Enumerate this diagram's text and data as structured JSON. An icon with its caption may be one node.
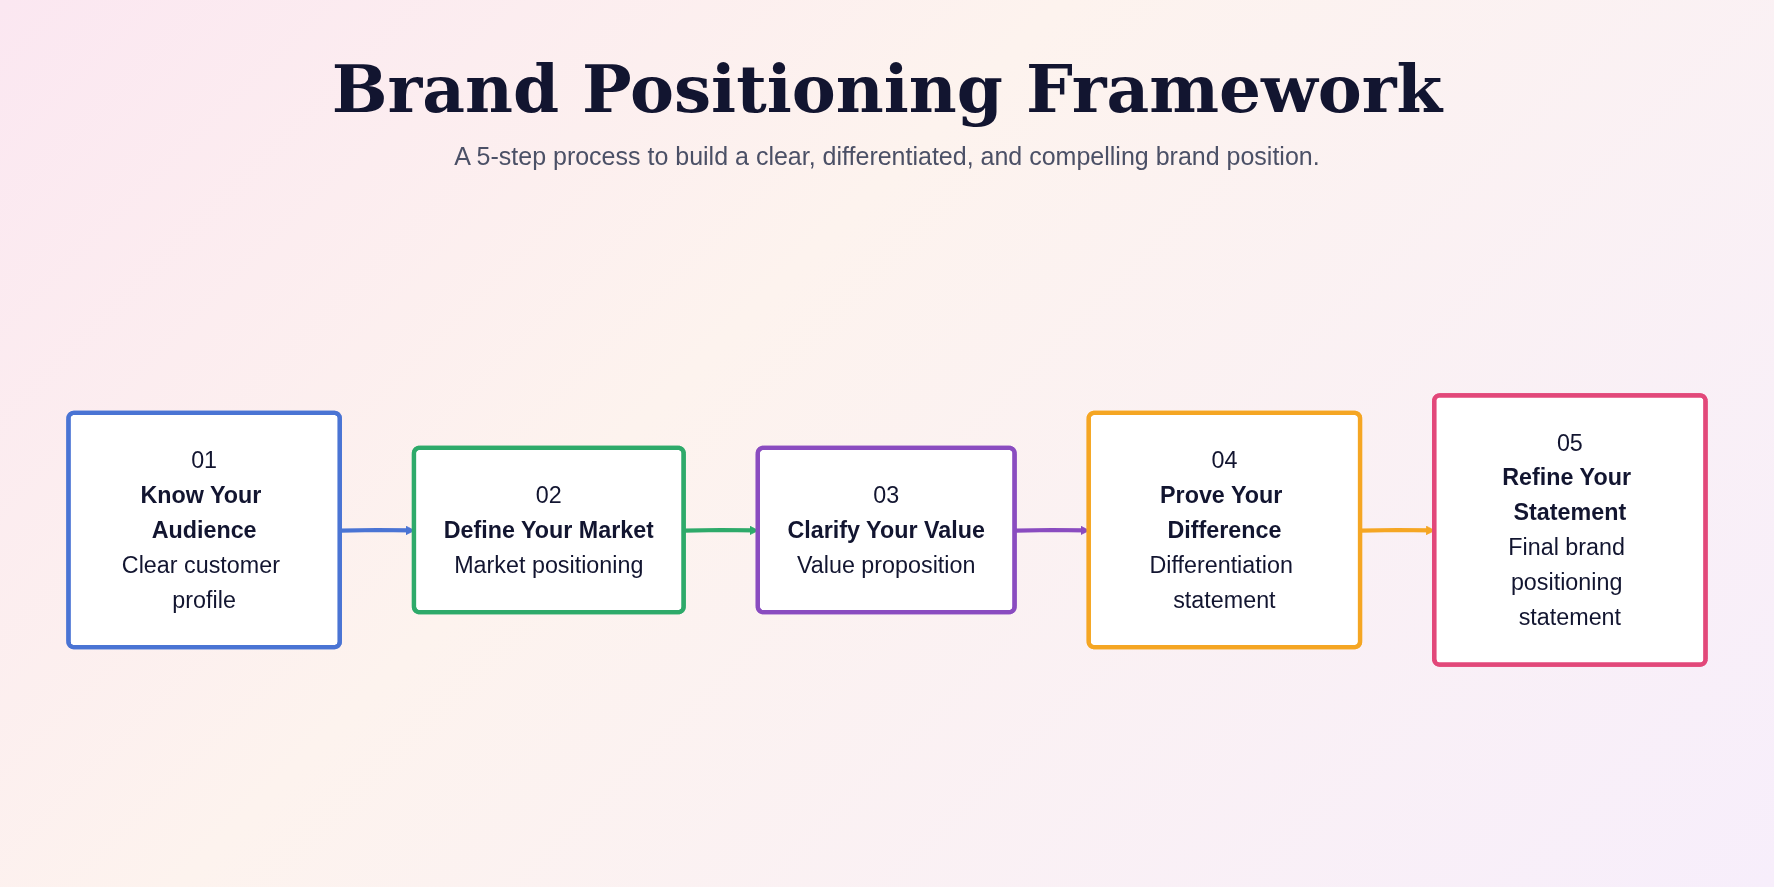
{
  "diagram": {
    "title": "Brand Positioning Framework",
    "nodes": [
      {
        "text": [
          "01",
          "Know Your Audience",
          "Clear customer profile"
        ]
      },
      {
        "text": [
          "02",
          "Define Your Market",
          "Market positioning"
        ]
      },
      {
        "text": [
          "03",
          "Clarify Your Value",
          "Value proposition"
        ]
      },
      {
        "text": [
          "04",
          "Prove Your Difference",
          "Differentiation statement"
        ]
      },
      {
        "text": [
          "05",
          "Refine Your Statement",
          "Final brand positioning statement"
        ]
      }
    ],
    "edges": [
      {
        "from": 0,
        "to": 1,
        "arrow": "to",
        "color": "#4a74d4"
      },
      {
        "from": 1,
        "to": 2,
        "arrow": "to",
        "color": "#2eaa6a"
      },
      {
        "from": 2,
        "to": 3,
        "arrow": "to",
        "color": "#8a4cc0"
      },
      {
        "from": 3,
        "to": 4,
        "arrow": "to",
        "color": "#f5a623"
      }
    ],
    "labels": [
      "A 5-step process to build a clear, differentiated, and compelling brand position."
    ]
  }
}
